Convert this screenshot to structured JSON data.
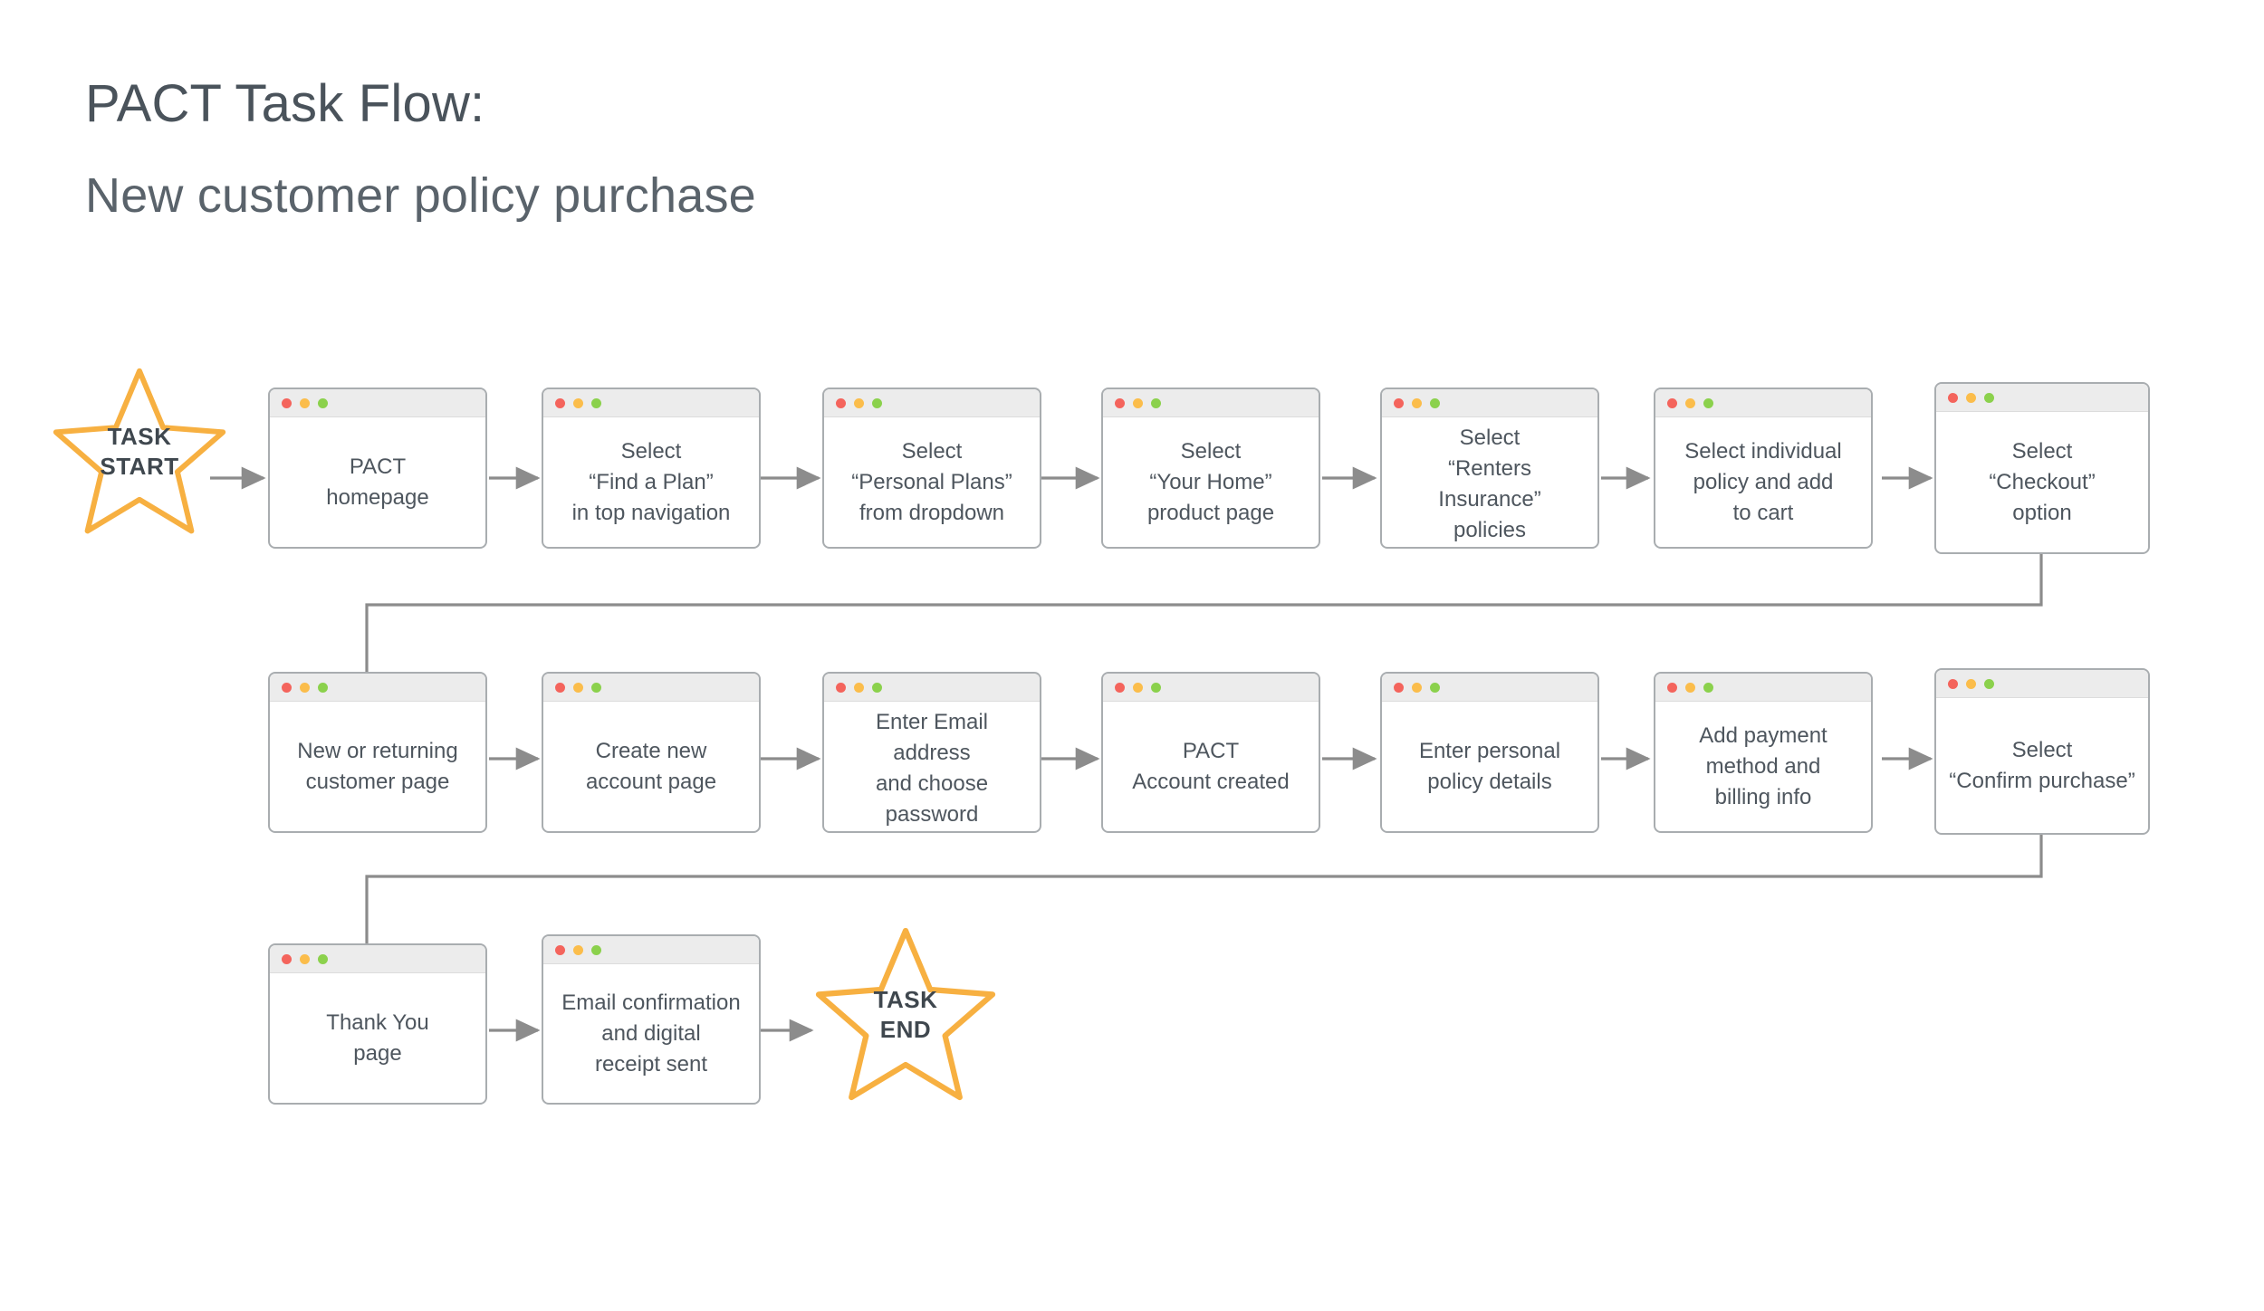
{
  "header": {
    "title": "PACT Task Flow:",
    "subtitle": "New customer policy purchase"
  },
  "palette": {
    "star_stroke": "#f7b041",
    "star_text": "#3f474e",
    "card_border": "#a9adb0",
    "card_titlebar": "#ececec",
    "card_text": "#4e565e",
    "arrow": "#8c8c8c",
    "dot_red": "#f4645c",
    "dot_yellow": "#fbbd4b",
    "dot_green": "#8bd14c",
    "title_text": "#4a535b",
    "background": "#ffffff"
  },
  "nodes": {
    "start_star": {
      "label": "TASK\nSTART"
    },
    "end_star": {
      "label": "TASK\nEND"
    }
  },
  "flow": {
    "rows": [
      {
        "id": "row-1",
        "steps": [
          {
            "id": "step-1",
            "label": "PACT\nhomepage"
          },
          {
            "id": "step-2",
            "label": "Select\n“Find a Plan”\nin top navigation"
          },
          {
            "id": "step-3",
            "label": "Select\n“Personal Plans”\nfrom dropdown"
          },
          {
            "id": "step-4",
            "label": "Select\n“Your Home”\nproduct page"
          },
          {
            "id": "step-5",
            "label": "Select\n“Renters Insurance”\npolicies"
          },
          {
            "id": "step-6",
            "label": "Select individual\npolicy and add\nto cart"
          },
          {
            "id": "step-7",
            "label": "Select\n“Checkout”\noption"
          }
        ]
      },
      {
        "id": "row-2",
        "steps": [
          {
            "id": "step-8",
            "label": "New or returning\ncustomer page"
          },
          {
            "id": "step-9",
            "label": "Create new\naccount page"
          },
          {
            "id": "step-10",
            "label": "Enter Email address\nand choose\npassword"
          },
          {
            "id": "step-11",
            "label": "PACT\nAccount created"
          },
          {
            "id": "step-12",
            "label": "Enter personal\npolicy details"
          },
          {
            "id": "step-13",
            "label": "Add payment\nmethod and\nbilling info"
          },
          {
            "id": "step-14",
            "label": "Select\n“Confirm purchase”"
          }
        ]
      },
      {
        "id": "row-3",
        "steps": [
          {
            "id": "step-15",
            "label": "Thank You\npage"
          },
          {
            "id": "step-16",
            "label": "Email confirmation\nand digital\nreceipt sent"
          }
        ]
      }
    ]
  },
  "icons": {
    "traffic_red": "window-close-dot-icon",
    "traffic_yellow": "window-minimize-dot-icon",
    "traffic_green": "window-maximize-dot-icon",
    "arrow": "arrow-right-icon",
    "star": "star-icon"
  }
}
